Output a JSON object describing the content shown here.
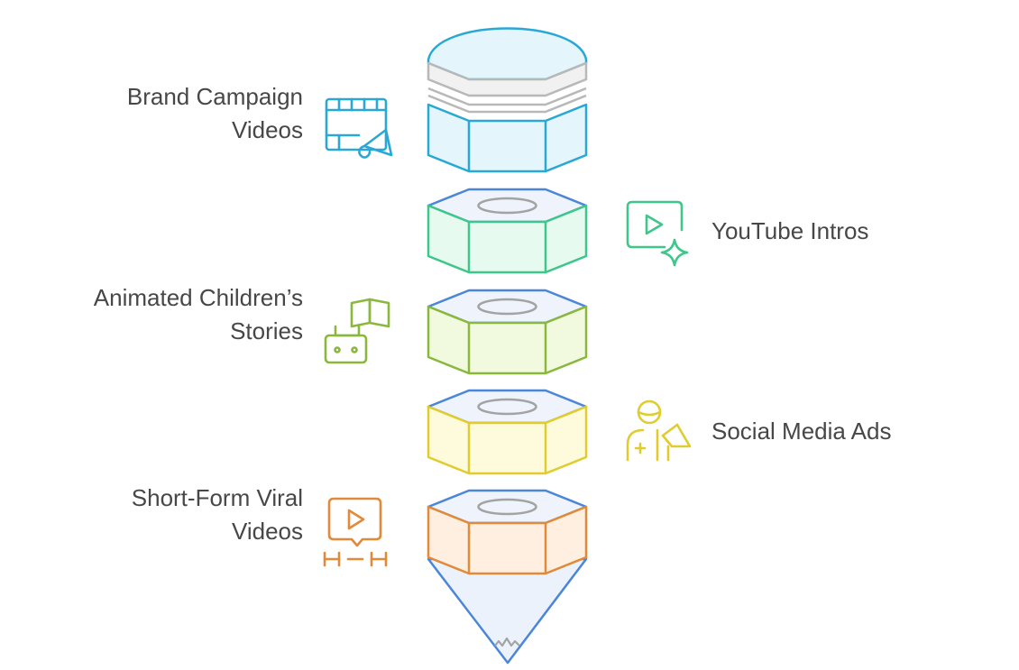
{
  "diagram": {
    "layers": [
      {
        "id": "brand-campaign-videos",
        "lines": [
          "Brand Campaign",
          "Videos"
        ],
        "side": "left",
        "icon": "film-megaphone-icon",
        "stroke": "#29a8d6",
        "fill": "#e4f5fc"
      },
      {
        "id": "youtube-intros",
        "lines": [
          "YouTube Intros"
        ],
        "side": "right",
        "icon": "video-sparkle-icon",
        "stroke": "#3ec68b",
        "fill": "#e6faef"
      },
      {
        "id": "animated-childrens-stories",
        "lines": [
          "Animated Children’s",
          "Stories"
        ],
        "side": "left",
        "icon": "book-robot-icon",
        "stroke": "#8ab83d",
        "fill": "#f1fadf"
      },
      {
        "id": "social-media-ads",
        "lines": [
          "Social Media Ads"
        ],
        "side": "right",
        "icon": "person-megaphone-icon",
        "stroke": "#e0cc2e",
        "fill": "#fdfbdc"
      },
      {
        "id": "short-form-viral-videos",
        "lines": [
          "Short-Form Viral",
          "Videos"
        ],
        "side": "left",
        "icon": "video-timeline-icon",
        "stroke": "#e08a3a",
        "fill": "#feefe1"
      }
    ],
    "colors": {
      "top_stroke": "#4b86d8",
      "top_fill": "#eef3fc",
      "hole_stroke": "#a3a3a3",
      "gray_band": "#b8b8b8",
      "tip_fill": "#ecf2fc",
      "text": "#474747"
    }
  }
}
